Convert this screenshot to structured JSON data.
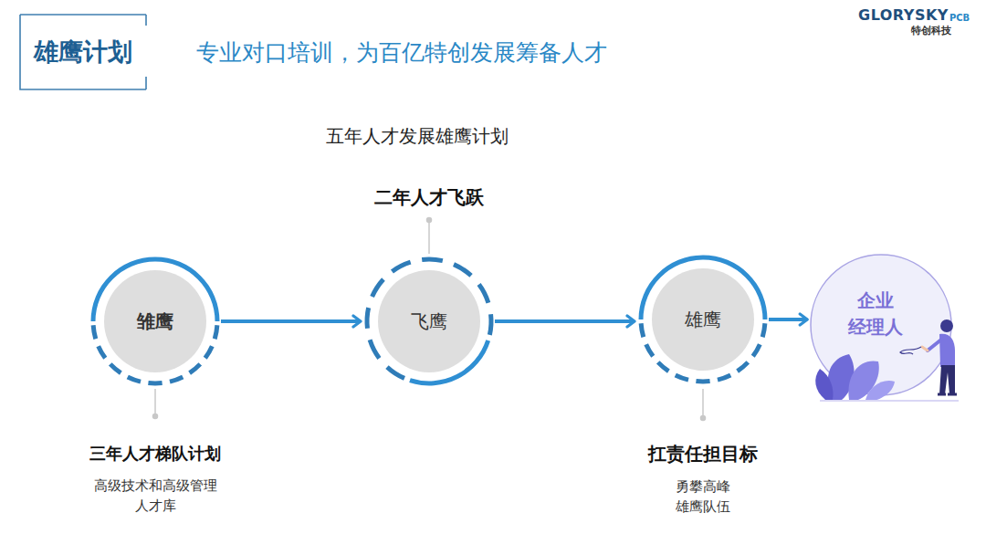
{
  "diagram": {
    "title": "雄鹰计划",
    "nodes": [
      {
        "text": [
          "雏鹰",
          "三年人才梯队计划",
          "高级技术和高级管理 人才库"
        ]
      },
      {
        "text": [
          "飞鹰",
          "二年人才飞跃"
        ]
      },
      {
        "text": [
          "雄鹰",
          "扛责任担目标",
          "勇攀高峰 雄鹰队伍"
        ]
      },
      {
        "text": [
          "企业 经理人"
        ]
      }
    ],
    "edges": [
      {
        "from": 0,
        "to": 1,
        "arrow": "to"
      },
      {
        "from": 1,
        "to": 2,
        "arrow": "to"
      },
      {
        "from": 2,
        "to": 3,
        "arrow": "to"
      }
    ],
    "labels": [
      "专业对口培训，为百亿特创发展筹备人才",
      "五年人才发展雄鹰计划",
      "GLORYSKY",
      "PCB",
      "特创科技"
    ]
  }
}
